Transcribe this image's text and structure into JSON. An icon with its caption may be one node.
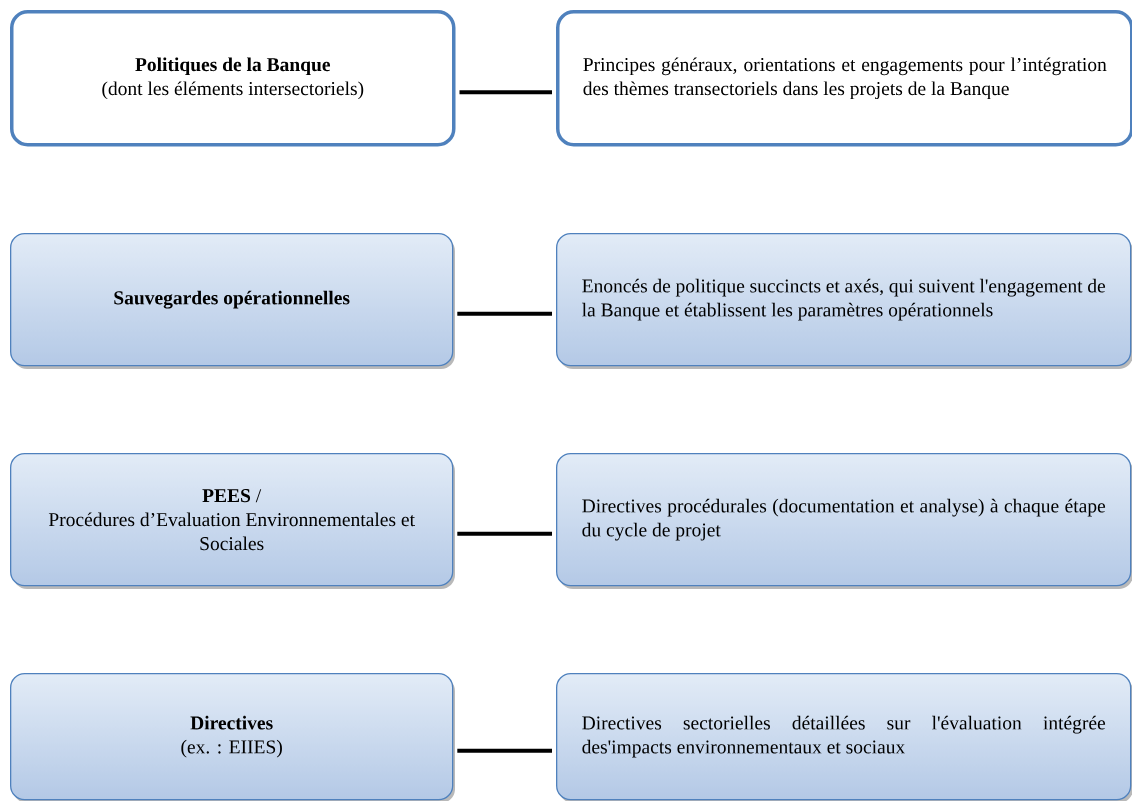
{
  "diagram": {
    "nodes": [
      {
        "text": [
          "Politiques de la Banque",
          "(dont les éléments intersectoriels)"
        ]
      },
      {
        "text": [
          "Principes généraux, orientations et engagements pour l’intégration des thèmes transectoriels dans les projets de la Banque"
        ]
      },
      {
        "text": [
          "Sauvegardes opérationnelles"
        ]
      },
      {
        "text": [
          "Enoncés de politique succincts et axés, qui suivent l'engagement de la Banque et établissent les paramètres opérationnels"
        ]
      },
      {
        "text": [
          "**PEES** /",
          "Procédures d’Evaluation Environnementales et Sociales"
        ]
      },
      {
        "text": [
          "Directives procédurales (documentation et analyse) à chaque étape du cycle de projet"
        ]
      },
      {
        "text": [
          "Directives",
          "(ex. : EIIES)"
        ]
      },
      {
        "text": [
          "Directives sectorielles détaillées sur l'évaluation intégrée des'impacts environnementaux et sociaux"
        ]
      }
    ],
    "edges": [
      {
        "from": 0,
        "to": 1,
        "arrow": "none"
      },
      {
        "from": 2,
        "to": 3,
        "arrow": "none"
      },
      {
        "from": 4,
        "to": 5,
        "arrow": "none"
      },
      {
        "from": 6,
        "to": 7,
        "arrow": "none"
      }
    ]
  }
}
